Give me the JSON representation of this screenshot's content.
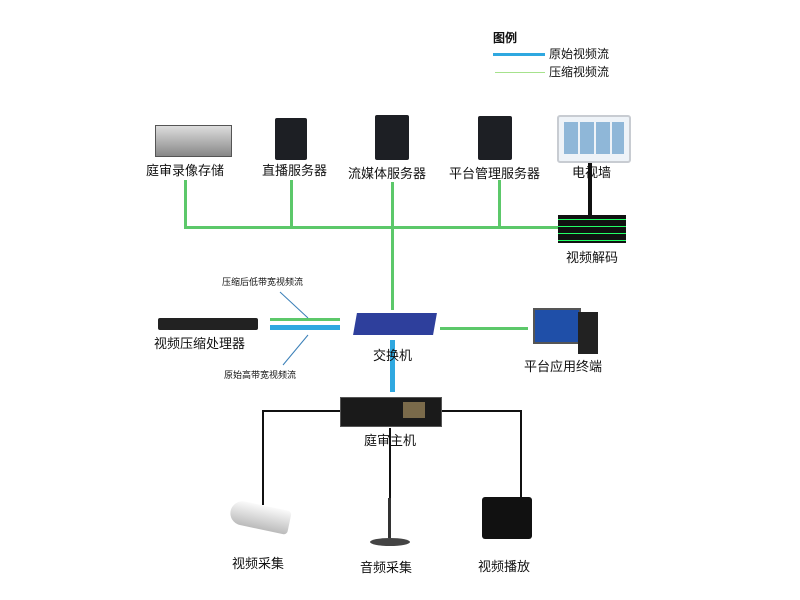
{
  "legend": {
    "title": "图例",
    "raw": "原始视频流",
    "compressed": "压缩视频流"
  },
  "colors": {
    "raw": "#2fa8e0",
    "compressed": "#5cc86a",
    "wired": "#111111"
  },
  "nodes": {
    "storage": "庭审录像存储",
    "live_server": "直播服务器",
    "streaming_server": "流媒体服务器",
    "platform_server": "平台管理服务器",
    "tv_wall": "电视墙",
    "decoder": "视频解码",
    "compressor": "视频压缩处理器",
    "switch": "交换机",
    "terminal": "平台应用终端",
    "host": "庭审主机",
    "camera": "视频采集",
    "audio": "音频采集",
    "display": "视频播放"
  },
  "annotations": {
    "compressed_low": "压缩后低带宽视频流",
    "raw_high": "原始高带宽视频流"
  }
}
